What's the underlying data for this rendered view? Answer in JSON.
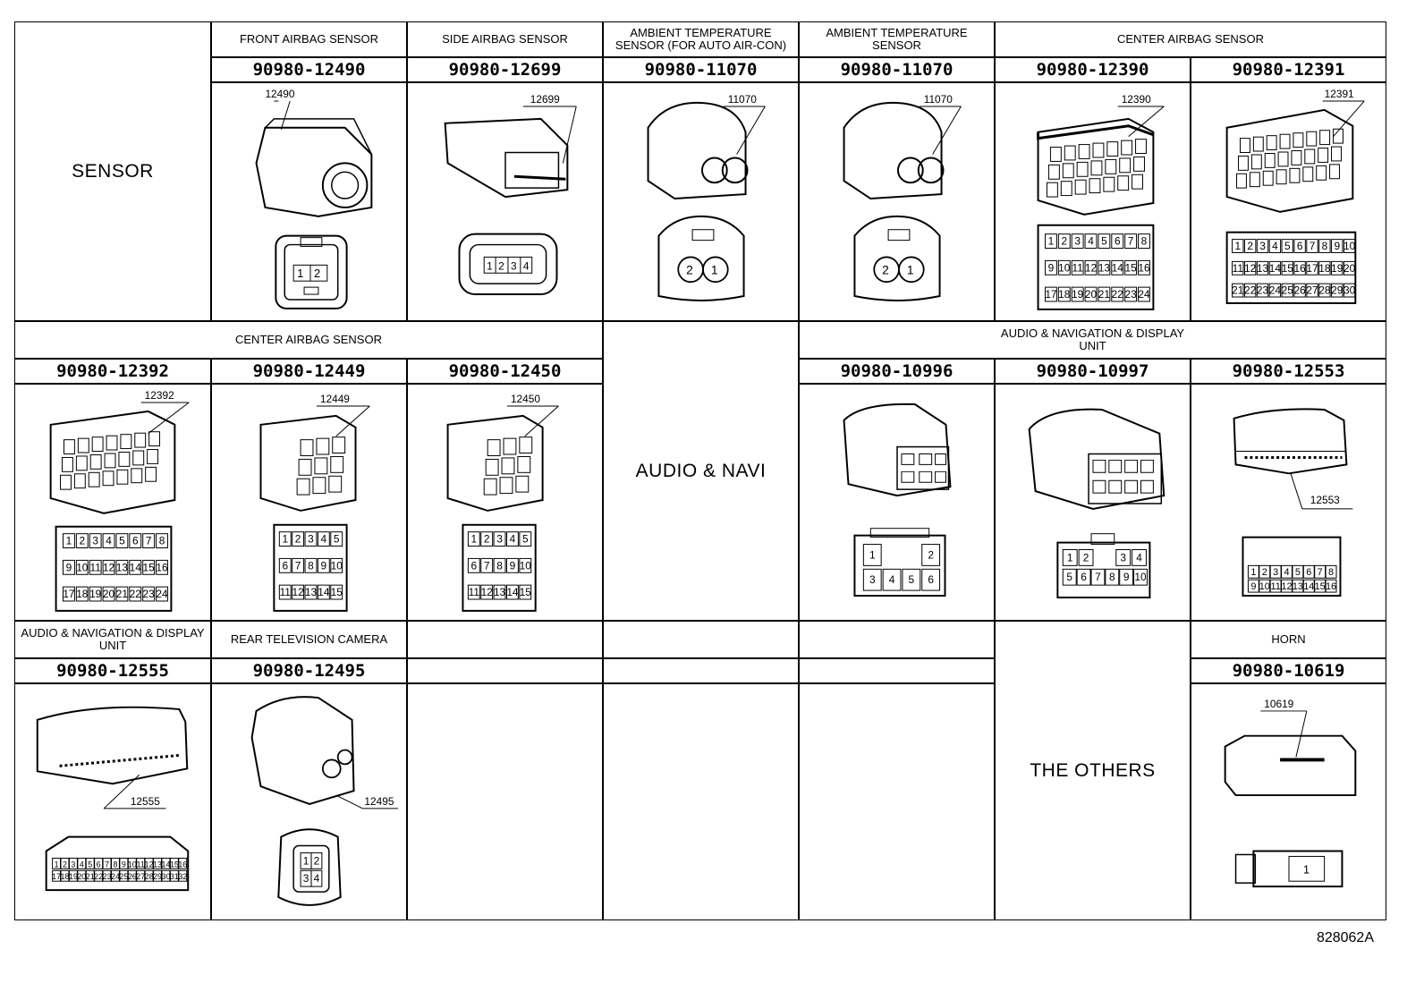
{
  "figure_id": "828062A",
  "row1": {
    "category": "SENSOR",
    "columns": [
      {
        "title": "FRONT AIRBAG SENSOR",
        "part": "90980-12490",
        "label": "12490",
        "pins": [
          "1",
          "2"
        ]
      },
      {
        "title": "SIDE AIRBAG SENSOR",
        "part": "90980-12699",
        "label": "12699",
        "pins": [
          "1",
          "2",
          "3",
          "4"
        ]
      },
      {
        "title": "AMBIENT TEMPERATURE SENSOR (FOR AUTO AIR-CON)",
        "part": "90980-11070",
        "label": "11070",
        "pins": [
          "2",
          "1"
        ]
      },
      {
        "title": "AMBIENT TEMPERATURE SENSOR",
        "part": "90980-11070",
        "label": "11070",
        "pins": [
          "2",
          "1"
        ]
      },
      {
        "title": "CENTER AIRBAG SENSOR",
        "part": "90980-12390",
        "label": "12390",
        "pins": [
          "1",
          "2",
          "3",
          "4",
          "5",
          "6",
          "7",
          "8",
          "9",
          "10",
          "11",
          "12",
          "13",
          "14",
          "15",
          "16",
          "17",
          "18",
          "19",
          "20",
          "21",
          "22",
          "23",
          "24"
        ]
      },
      {
        "title": "",
        "part": "90980-12391",
        "label": "12391",
        "pins": [
          "1",
          "2",
          "3",
          "4",
          "5",
          "6",
          "7",
          "8",
          "9",
          "10",
          "11",
          "12",
          "13",
          "14",
          "15",
          "16",
          "17",
          "18",
          "19",
          "20",
          "21",
          "22",
          "23",
          "24",
          "25",
          "26",
          "27",
          "28",
          "29",
          "30"
        ]
      }
    ]
  },
  "row2": {
    "group_left": "CENTER AIRBAG SENSOR",
    "group_right": "AUDIO & NAVIGATION & DISPLAY UNIT",
    "middle": "AUDIO & NAVI",
    "columns": [
      {
        "part": "90980-12392",
        "label": "12392",
        "pins": [
          "1",
          "2",
          "3",
          "4",
          "5",
          "6",
          "7",
          "8",
          "9",
          "10",
          "11",
          "12",
          "13",
          "14",
          "15",
          "16",
          "17",
          "18",
          "19",
          "20",
          "21",
          "22",
          "23",
          "24"
        ]
      },
      {
        "part": "90980-12449",
        "label": "12449",
        "pins": [
          "1",
          "2",
          "3",
          "4",
          "5",
          "6",
          "7",
          "8",
          "9",
          "10",
          "11",
          "12",
          "13",
          "14",
          "15"
        ]
      },
      {
        "part": "90980-12450",
        "label": "12450",
        "pins": [
          "1",
          "2",
          "3",
          "4",
          "5",
          "6",
          "7",
          "8",
          "9",
          "10",
          "11",
          "12",
          "13",
          "14",
          "15"
        ]
      },
      {
        "part": "90980-10996",
        "label": "",
        "pins": [
          "1",
          "2",
          "3",
          "4",
          "5",
          "6"
        ]
      },
      {
        "part": "90980-10997",
        "label": "",
        "pins": [
          "1",
          "2",
          "3",
          "4",
          "5",
          "6",
          "7",
          "8",
          "9",
          "10"
        ]
      },
      {
        "part": "90980-12553",
        "label": "12553",
        "pins": [
          "1",
          "2",
          "3",
          "4",
          "5",
          "6",
          "7",
          "8",
          "9",
          "10",
          "11",
          "12",
          "13",
          "14",
          "15",
          "16"
        ]
      }
    ]
  },
  "row3": {
    "others": "THE OTHERS",
    "columns": [
      {
        "title": "AUDIO & NAVIGATION & DISPLAY UNIT",
        "part": "90980-12555",
        "label": "12555",
        "pins": [
          "1",
          "2",
          "3",
          "4",
          "5",
          "6",
          "7",
          "8",
          "9",
          "10",
          "11",
          "12",
          "13",
          "14",
          "15",
          "16",
          "17",
          "18",
          "19",
          "20",
          "21",
          "22",
          "23",
          "24",
          "25",
          "26",
          "27",
          "28",
          "29",
          "30",
          "31",
          "32"
        ]
      },
      {
        "title": "REAR TELEVISION CAMERA",
        "part": "90980-12495",
        "label": "12495",
        "pins": [
          "1",
          "2",
          "3",
          "4"
        ]
      },
      {
        "title": "HORN",
        "part": "90980-10619",
        "label": "10619",
        "pins": [
          "1"
        ]
      }
    ]
  }
}
